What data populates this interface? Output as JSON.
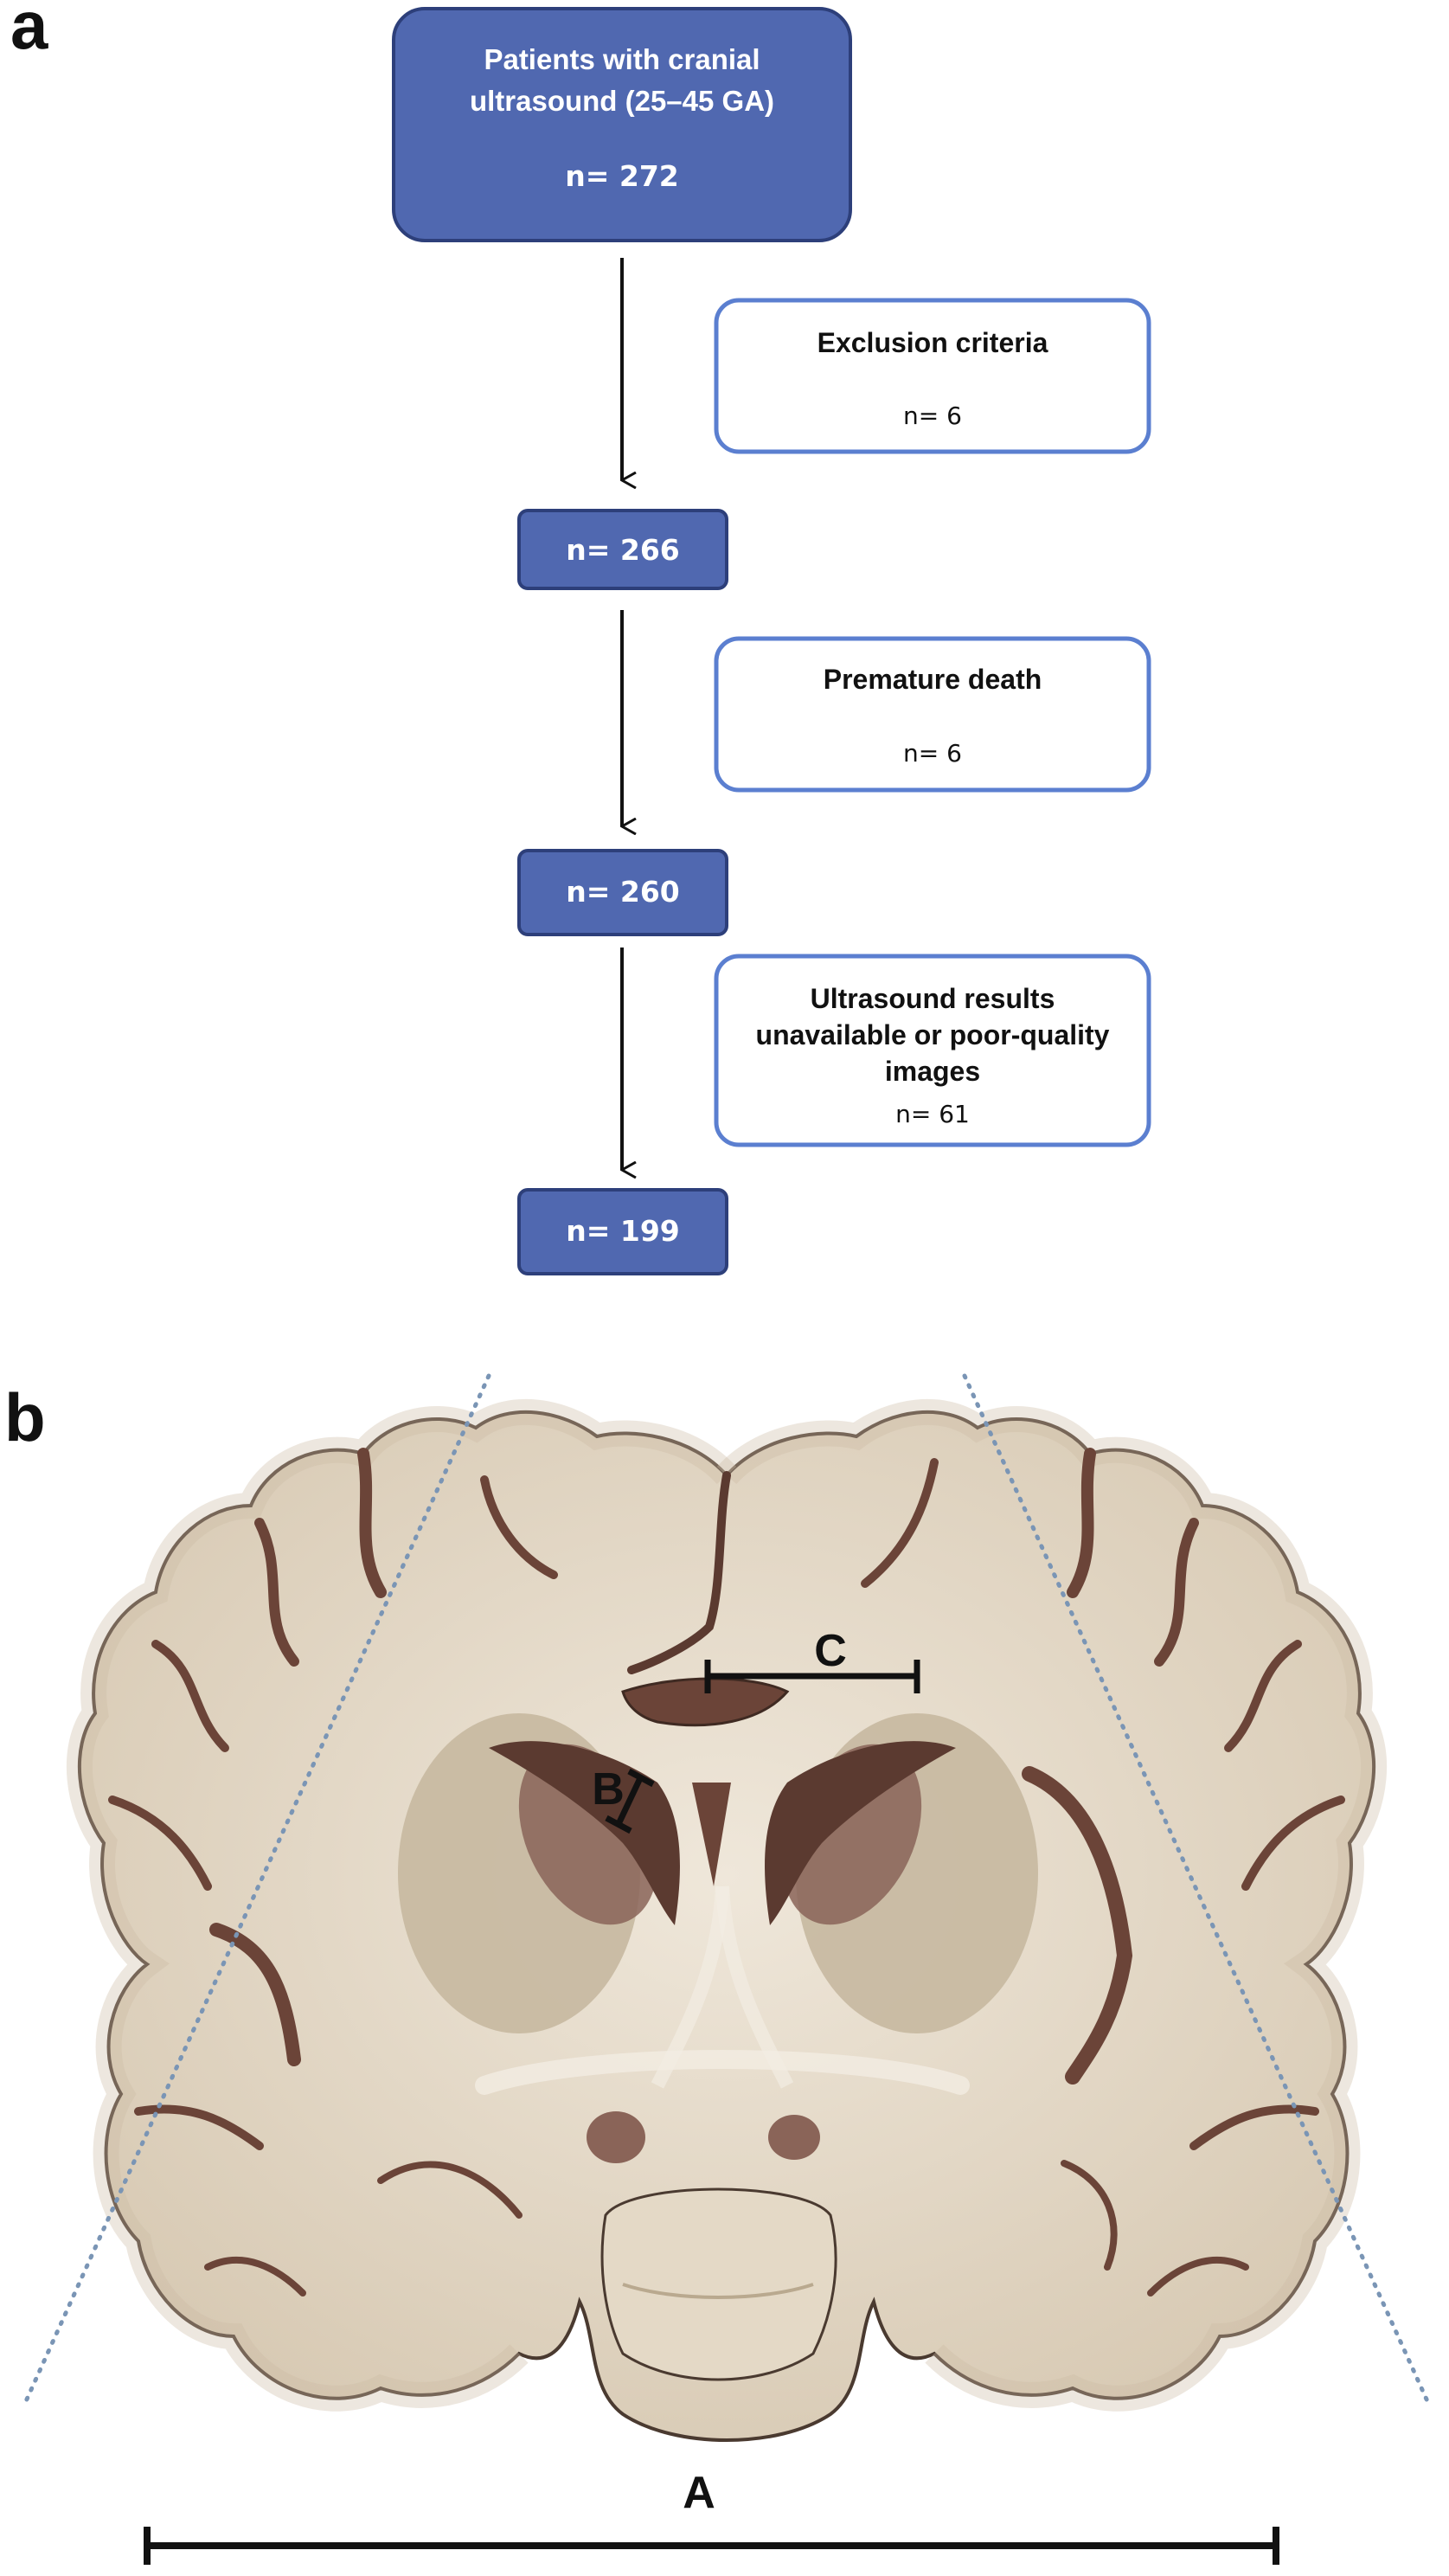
{
  "panel_a": {
    "letter": "a",
    "start_box": {
      "line1": "Patients with cranial",
      "line2": "ultrasound (25–45 GA)",
      "count": "n= 272"
    },
    "exclusions": [
      {
        "lines": [
          "Exclusion criteria"
        ],
        "count": "n= 6"
      },
      {
        "lines": [
          "Premature death"
        ],
        "count": "n= 6"
      },
      {
        "lines": [
          "Ultrasound results",
          "unavailable or poor-quality",
          "images"
        ],
        "count": "n= 61"
      }
    ],
    "steps": [
      "n= 266",
      "n= 260",
      "n= 199"
    ],
    "colors": {
      "box_fill": "#5068b0",
      "box_stroke": "#2d3f7a",
      "excl_stroke": "#5b7fd0"
    }
  },
  "panel_b": {
    "letter": "b",
    "measures": {
      "a": "A",
      "b": "B",
      "c": "C"
    },
    "colors": {
      "tissue": "#ddd1bd",
      "tissue_light": "#e8dfd0",
      "gray_matter": "#c7b8a0",
      "ventricle": "#5b3a30",
      "basal": "#8a6458",
      "dotted_line": "#7a95b5"
    }
  }
}
